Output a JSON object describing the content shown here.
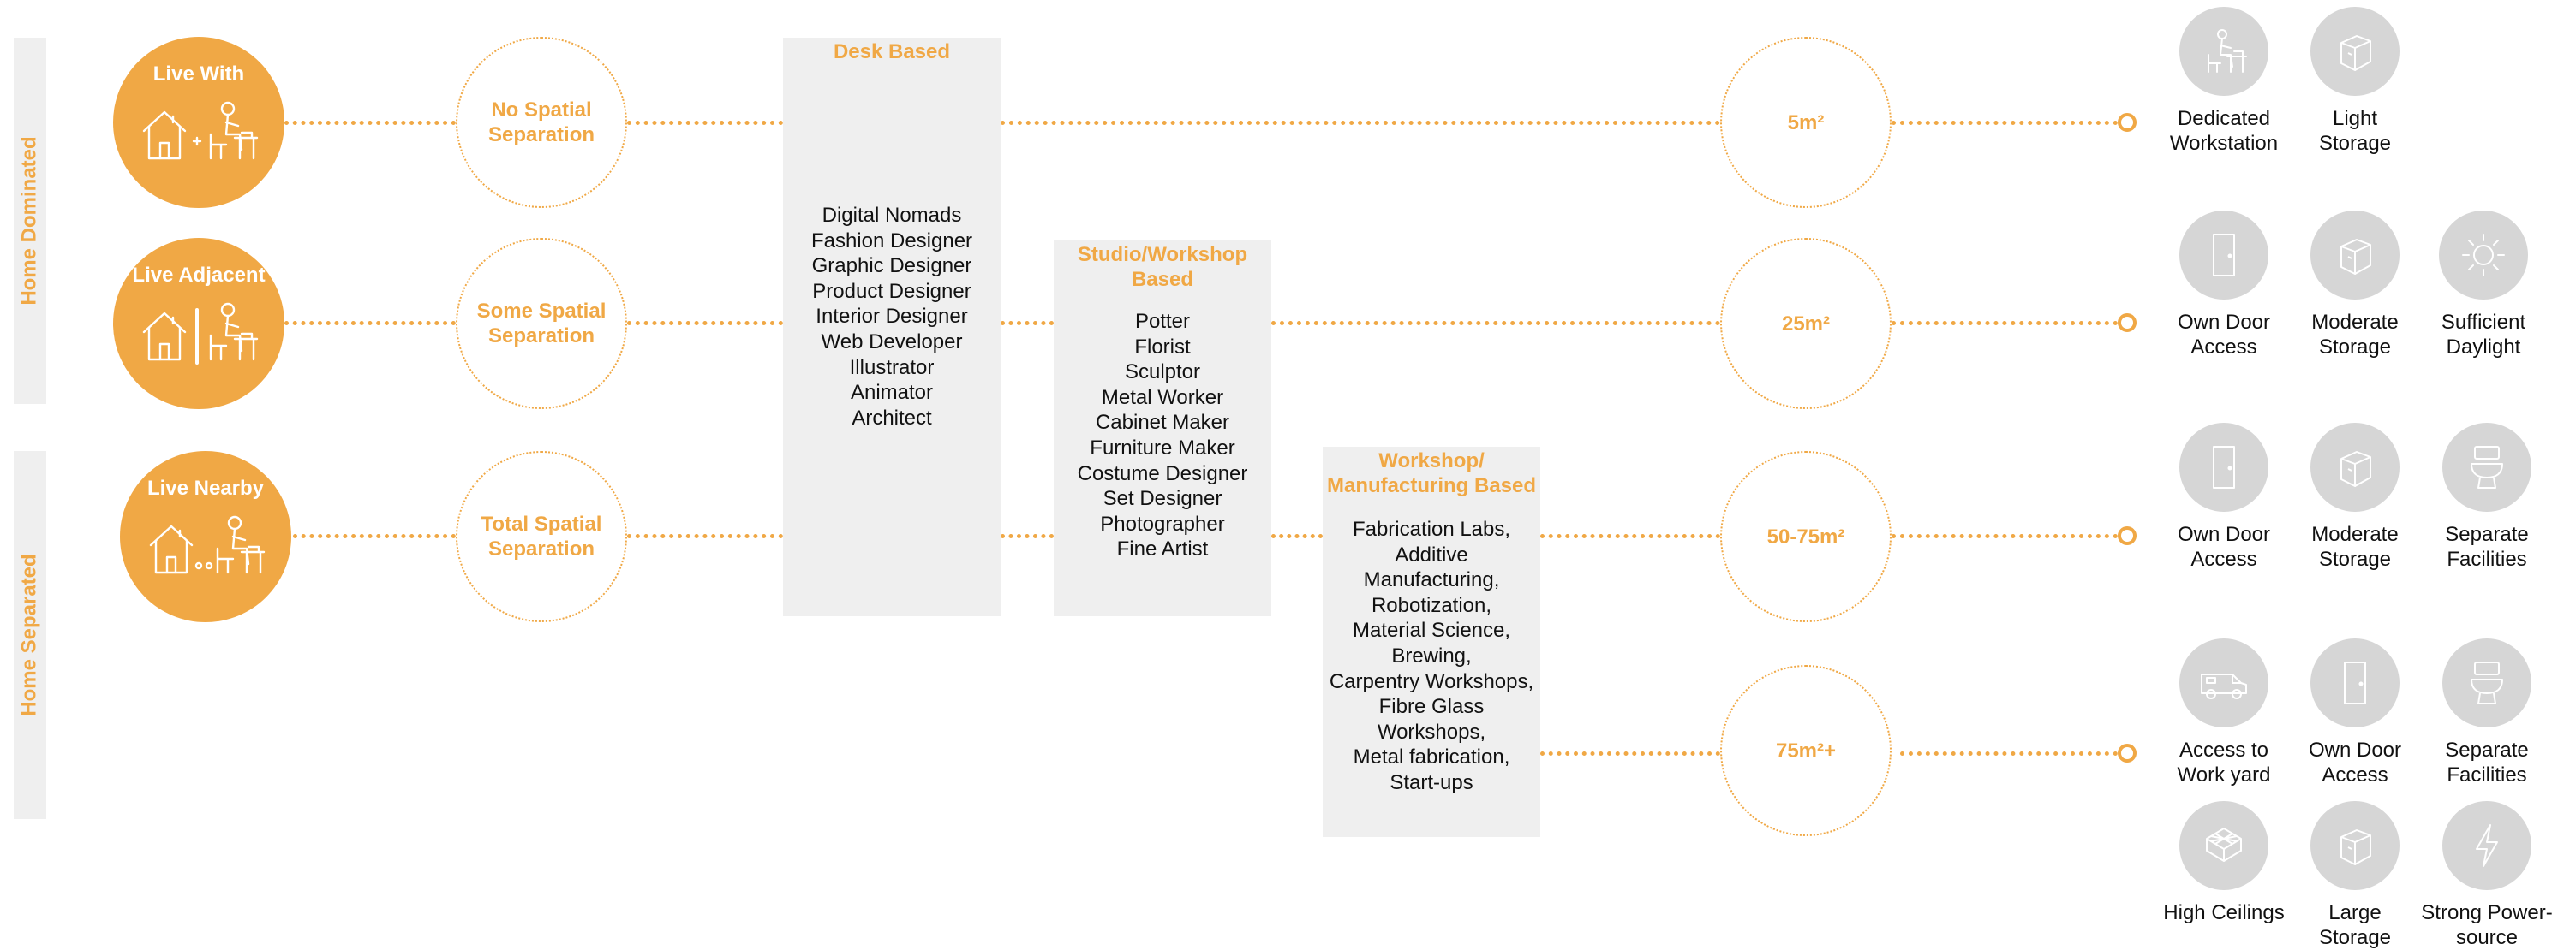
{
  "side_labels": {
    "home_dominated": "Home Dominated",
    "home_separated": "Home Separated"
  },
  "living": {
    "with": {
      "title": "Live With",
      "icon": "house-plus-desk-worker-icon"
    },
    "adjacent": {
      "title": "Live Adjacent",
      "icon": "house-wall-desk-worker-icon"
    },
    "nearby": {
      "title": "Live Nearby",
      "icon": "house-path-desk-worker-icon"
    }
  },
  "separation": {
    "none": {
      "line1": "No Spatial",
      "line2": "Separation"
    },
    "some": {
      "line1": "Some Spatial",
      "line2": "Separation"
    },
    "total": {
      "line1": "Total Spatial",
      "line2": "Separation"
    }
  },
  "categories": {
    "desk": {
      "title": [
        "Desk Based"
      ],
      "items": [
        "Digital Nomads",
        "Fashion Designer",
        "Graphic Designer",
        "Product Designer",
        "Interior Designer",
        "Web Developer",
        "Illustrator",
        "Animator",
        "Architect"
      ]
    },
    "studio": {
      "title": [
        "Studio/Workshop",
        "Based"
      ],
      "items": [
        "Potter",
        "Florist",
        "Sculptor",
        "Metal Worker",
        "Cabinet Maker",
        "Furniture Maker",
        "Costume Designer",
        "Set Designer",
        "Photographer",
        "Fine Artist"
      ]
    },
    "manufacturing": {
      "title": [
        "Workshop/",
        "Manufacturing Based"
      ],
      "items": [
        "Fabrication Labs,",
        "Additive",
        "Manufacturing,",
        "Robotization,",
        "Material Science,",
        "Brewing,",
        "Carpentry Workshops,",
        "Fibre Glass",
        "Workshops,",
        "Metal fabrication,",
        "Start-ups"
      ]
    }
  },
  "sizes": {
    "s1": "5m²",
    "s2": "25m²",
    "s3": "50-75m²",
    "s4": "75m²+"
  },
  "amenities": {
    "row1": [
      {
        "label": [
          "Dedicated",
          "Workstation"
        ],
        "icon": "desk-workstation-icon"
      },
      {
        "label": [
          "Light",
          "Storage"
        ],
        "icon": "storage-box-icon"
      }
    ],
    "row2": [
      {
        "label": [
          "Own Door",
          "Access"
        ],
        "icon": "door-icon"
      },
      {
        "label": [
          "Moderate",
          "Storage"
        ],
        "icon": "storage-box-icon"
      },
      {
        "label": [
          "Sufficient",
          "Daylight"
        ],
        "icon": "sun-icon"
      }
    ],
    "row3": [
      {
        "label": [
          "Own Door",
          "Access"
        ],
        "icon": "door-icon"
      },
      {
        "label": [
          "Moderate",
          "Storage"
        ],
        "icon": "storage-box-icon"
      },
      {
        "label": [
          "Separate",
          "Facilities"
        ],
        "icon": "toilet-icon"
      }
    ],
    "row4": [
      {
        "label": [
          "Access to",
          "Work yard"
        ],
        "icon": "van-icon"
      },
      {
        "label": [
          "Own Door",
          "Access"
        ],
        "icon": "door-icon"
      },
      {
        "label": [
          "Separate",
          "Facilities"
        ],
        "icon": "toilet-icon"
      }
    ],
    "row5": [
      {
        "label": [
          "High Ceilings"
        ],
        "icon": "high-ceiling-icon"
      },
      {
        "label": [
          "Large",
          "Storage"
        ],
        "icon": "storage-box-icon"
      },
      {
        "label": [
          "Strong Power-",
          "source"
        ],
        "icon": "lightning-icon"
      }
    ]
  },
  "colors": {
    "accent": "#f0a845",
    "panel": "#efefef",
    "icon_circle": "#d6d6d6",
    "text": "#111111"
  }
}
